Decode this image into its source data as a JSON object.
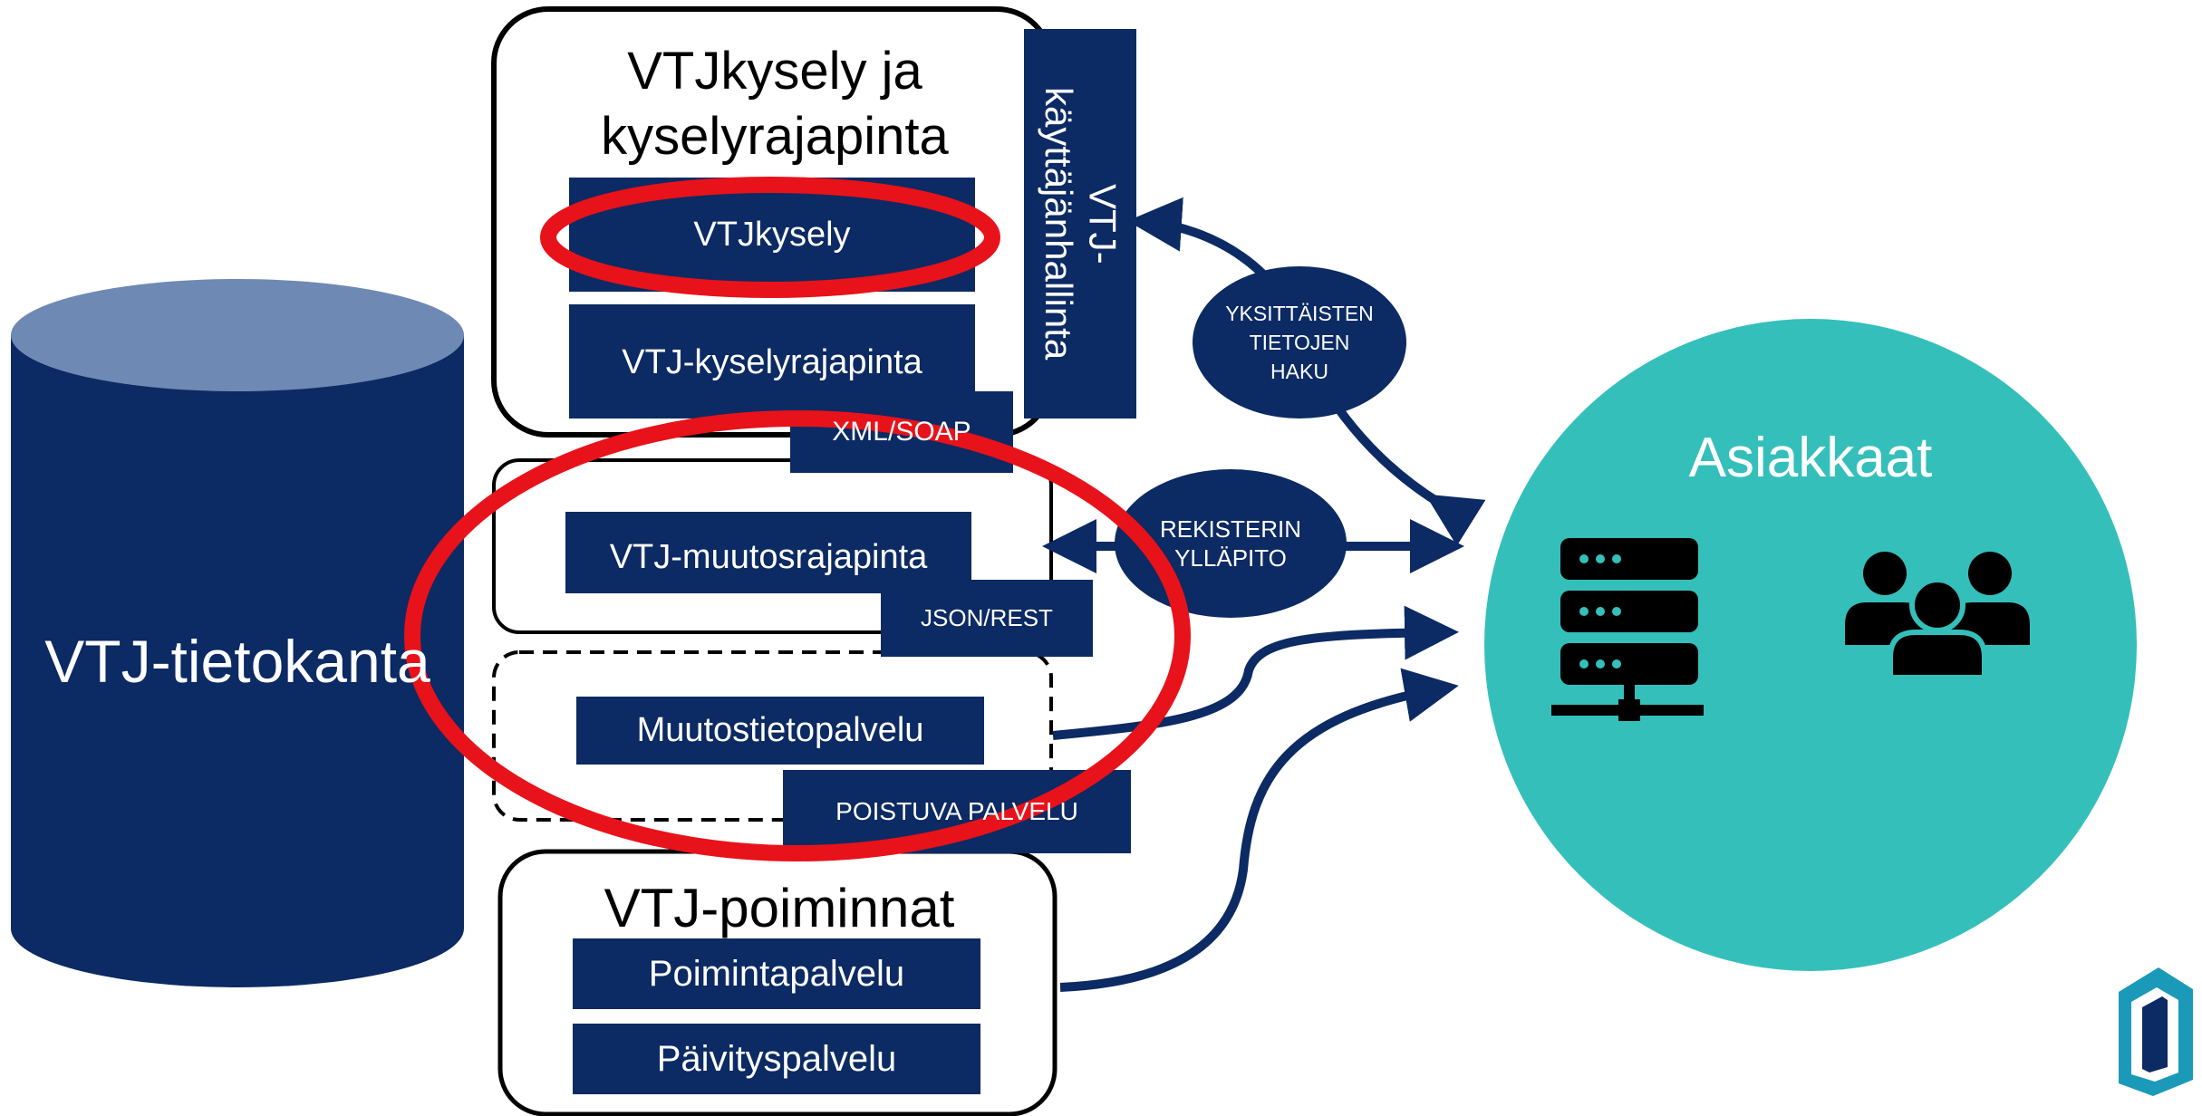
{
  "database": {
    "label": "VTJ-tietokanta"
  },
  "kysely_group": {
    "title": "VTJkysely ja kyselyrajapinta",
    "boxes": [
      "VTJkysely",
      "VTJ-kyselyrajapinta"
    ],
    "protocol": "XML/SOAP"
  },
  "user_admin": {
    "label": "VTJ-käyttäjänhallinta"
  },
  "muutos_group": {
    "box": "VTJ-muutosrajapinta",
    "protocol": "JSON/REST"
  },
  "muutostieto_group": {
    "box": "Muutostietopalvelu",
    "status": "POISTUVA PALVELU"
  },
  "poiminnat_group": {
    "title": "VTJ-poiminnat",
    "boxes": [
      "Poimintapalvelu",
      "Päivityspalvelu"
    ]
  },
  "flows": {
    "single_lookup": "YKSITTÄISTEN TIETOJEN HAKU",
    "register_maintenance": "REKISTERIN YLLÄPITO"
  },
  "customers": {
    "label": "Asiakkaat",
    "icons": [
      "server-icon",
      "people-icon"
    ]
  },
  "colors": {
    "navy": "#0c2a63",
    "teal": "#35bfbb",
    "db_top": "#6e89b4",
    "highlight": "#e8121a"
  }
}
